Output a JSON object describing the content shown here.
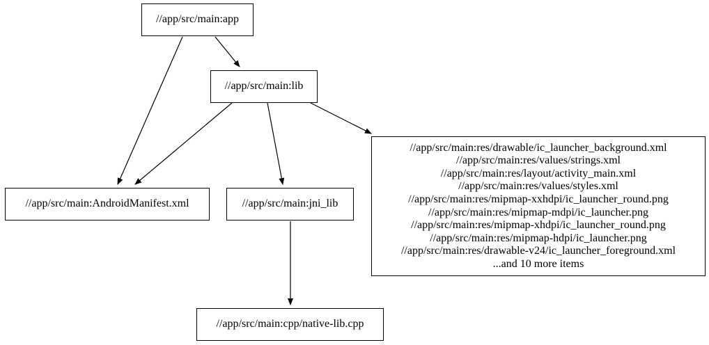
{
  "diagram": {
    "kind": "dependency-graph",
    "background_color": "#ffffff",
    "node_border_color": "#000000",
    "node_fill_color": "#ffffff",
    "edge_color": "#000000",
    "nodes": {
      "app": {
        "label": "//app/src/main:app"
      },
      "lib": {
        "label": "//app/src/main:lib"
      },
      "android_manifest": {
        "label": "//app/src/main:AndroidManifest.xml"
      },
      "jni_lib": {
        "label": "//app/src/main:jni_lib"
      },
      "native_lib_cpp": {
        "label": "//app/src/main:cpp/native-lib.cpp"
      },
      "res_group": {
        "lines": [
          "//app/src/main:res/drawable/ic_launcher_background.xml",
          "//app/src/main:res/values/strings.xml",
          "//app/src/main:res/layout/activity_main.xml",
          "//app/src/main:res/values/styles.xml",
          "//app/src/main:res/mipmap-xxhdpi/ic_launcher_round.png",
          "//app/src/main:res/mipmap-mdpi/ic_launcher.png",
          "//app/src/main:res/mipmap-xhdpi/ic_launcher_round.png",
          "//app/src/main:res/mipmap-hdpi/ic_launcher.png",
          "//app/src/main:res/drawable-v24/ic_launcher_foreground.xml",
          "...and 10 more items"
        ]
      }
    },
    "edges": [
      {
        "from": "app",
        "to": "android_manifest"
      },
      {
        "from": "app",
        "to": "lib"
      },
      {
        "from": "lib",
        "to": "android_manifest"
      },
      {
        "from": "lib",
        "to": "jni_lib"
      },
      {
        "from": "lib",
        "to": "res_group"
      },
      {
        "from": "jni_lib",
        "to": "native_lib_cpp"
      }
    ]
  }
}
